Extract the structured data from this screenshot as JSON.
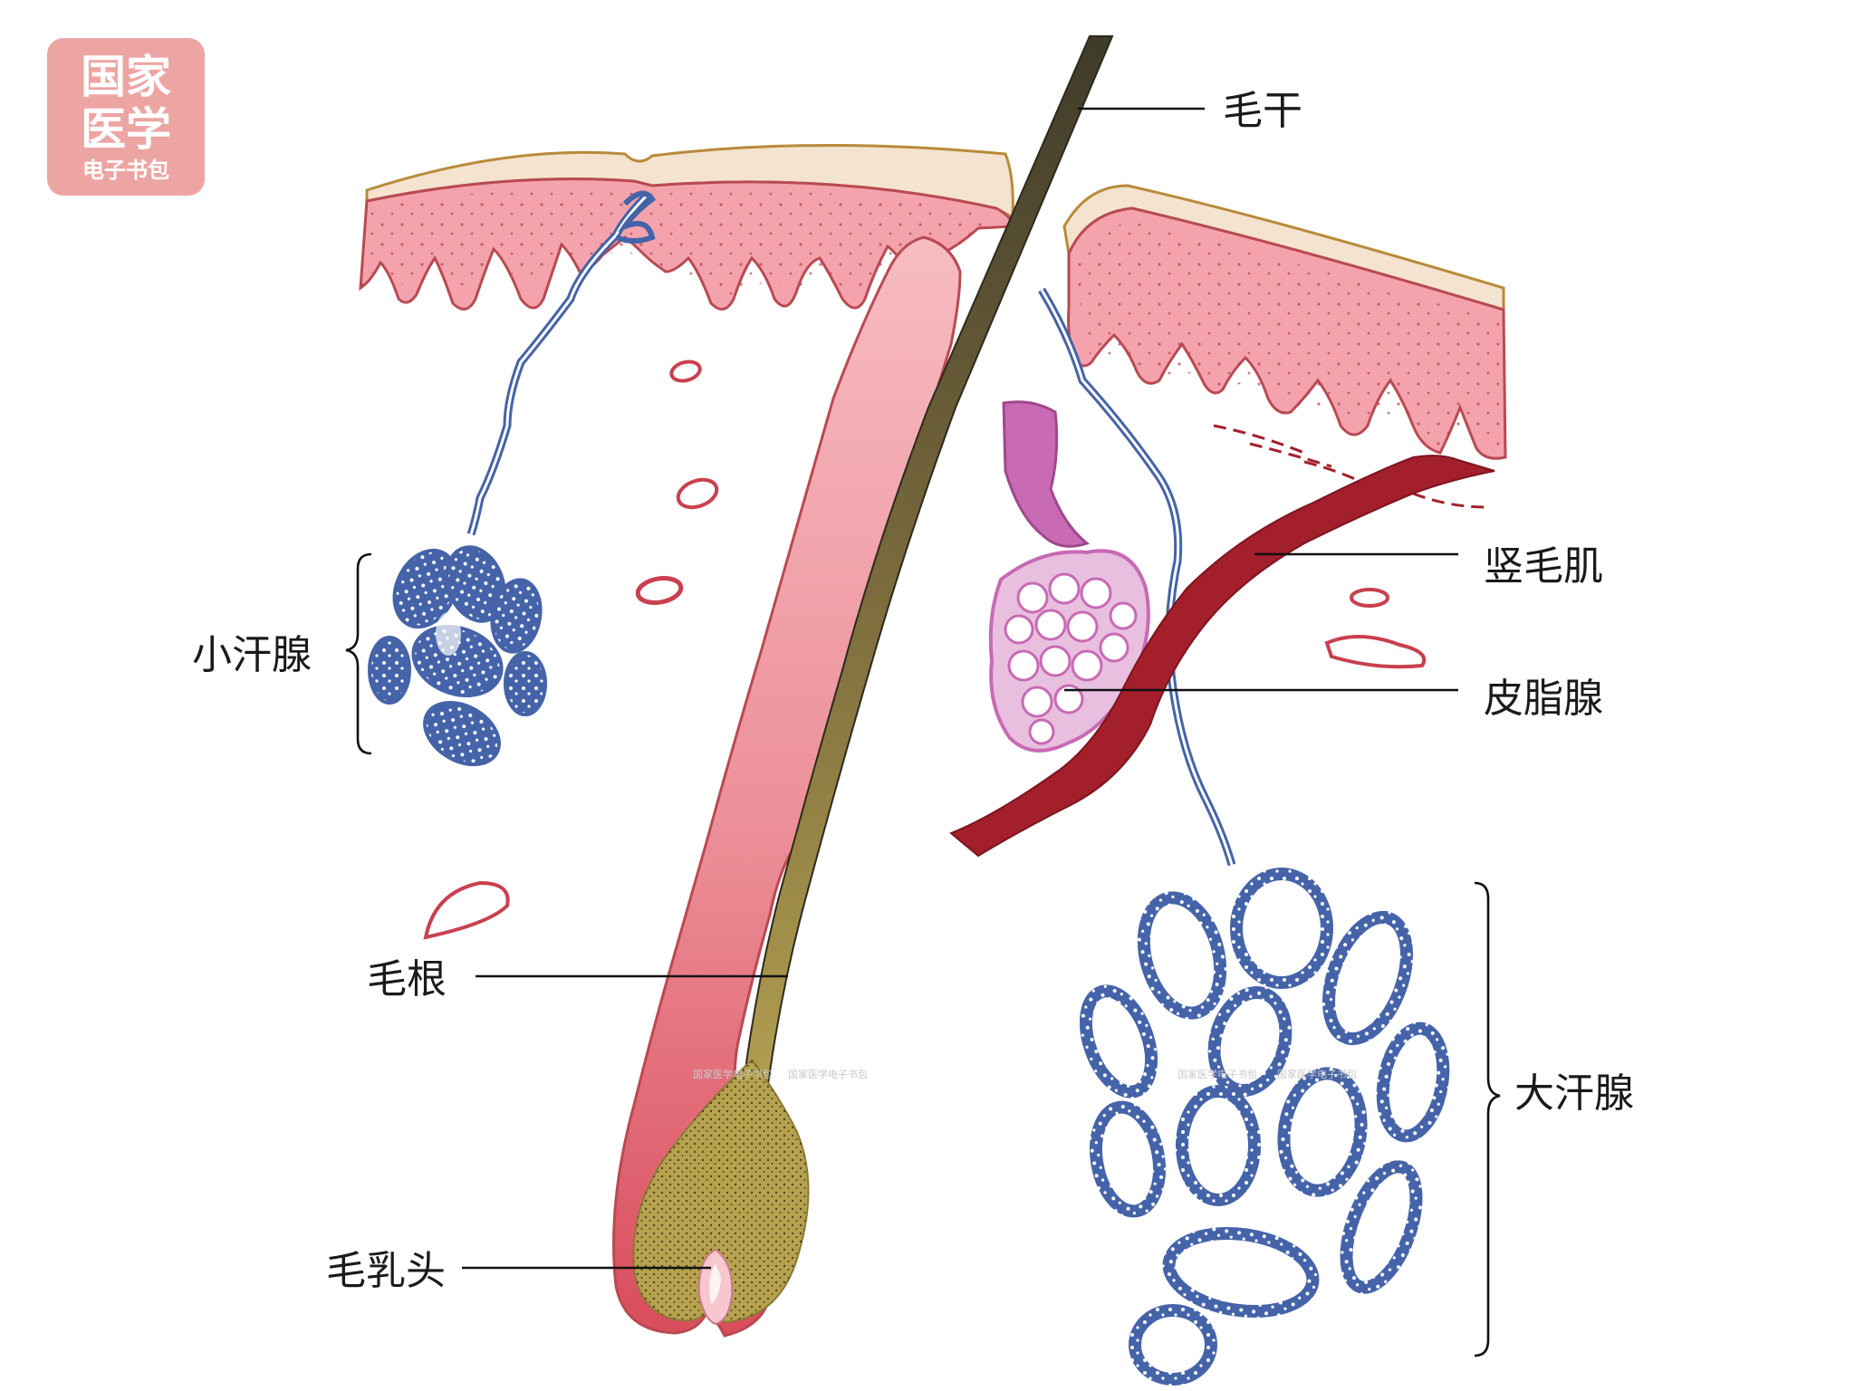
{
  "logo": {
    "line1": "国家",
    "line2": "医学",
    "line3": "电子书包"
  },
  "watermark": "国家医学电子书包",
  "labels": {
    "hair_shaft": "毛干",
    "arrector_pili": "竖毛肌",
    "sebaceous_gland": "皮脂腺",
    "eccrine_gland": "小汗腺",
    "hair_root": "毛根",
    "apocrine_gland": "大汗腺",
    "dermal_papilla": "毛乳头"
  },
  "colors": {
    "epidermis": "#f4a3ac",
    "epidermis_stroke": "#b94a52",
    "horny_layer": "#f3e3cf",
    "follicle_light": "#f6b4bb",
    "follicle_dark": "#de6470",
    "hair": "#4e4a34",
    "bulb": "#b6a24e",
    "muscle": "#a31f2c",
    "gland_blue": "#4563a8",
    "sebaceous": "#d47fc4",
    "logo_bg": "#eda5a3"
  }
}
